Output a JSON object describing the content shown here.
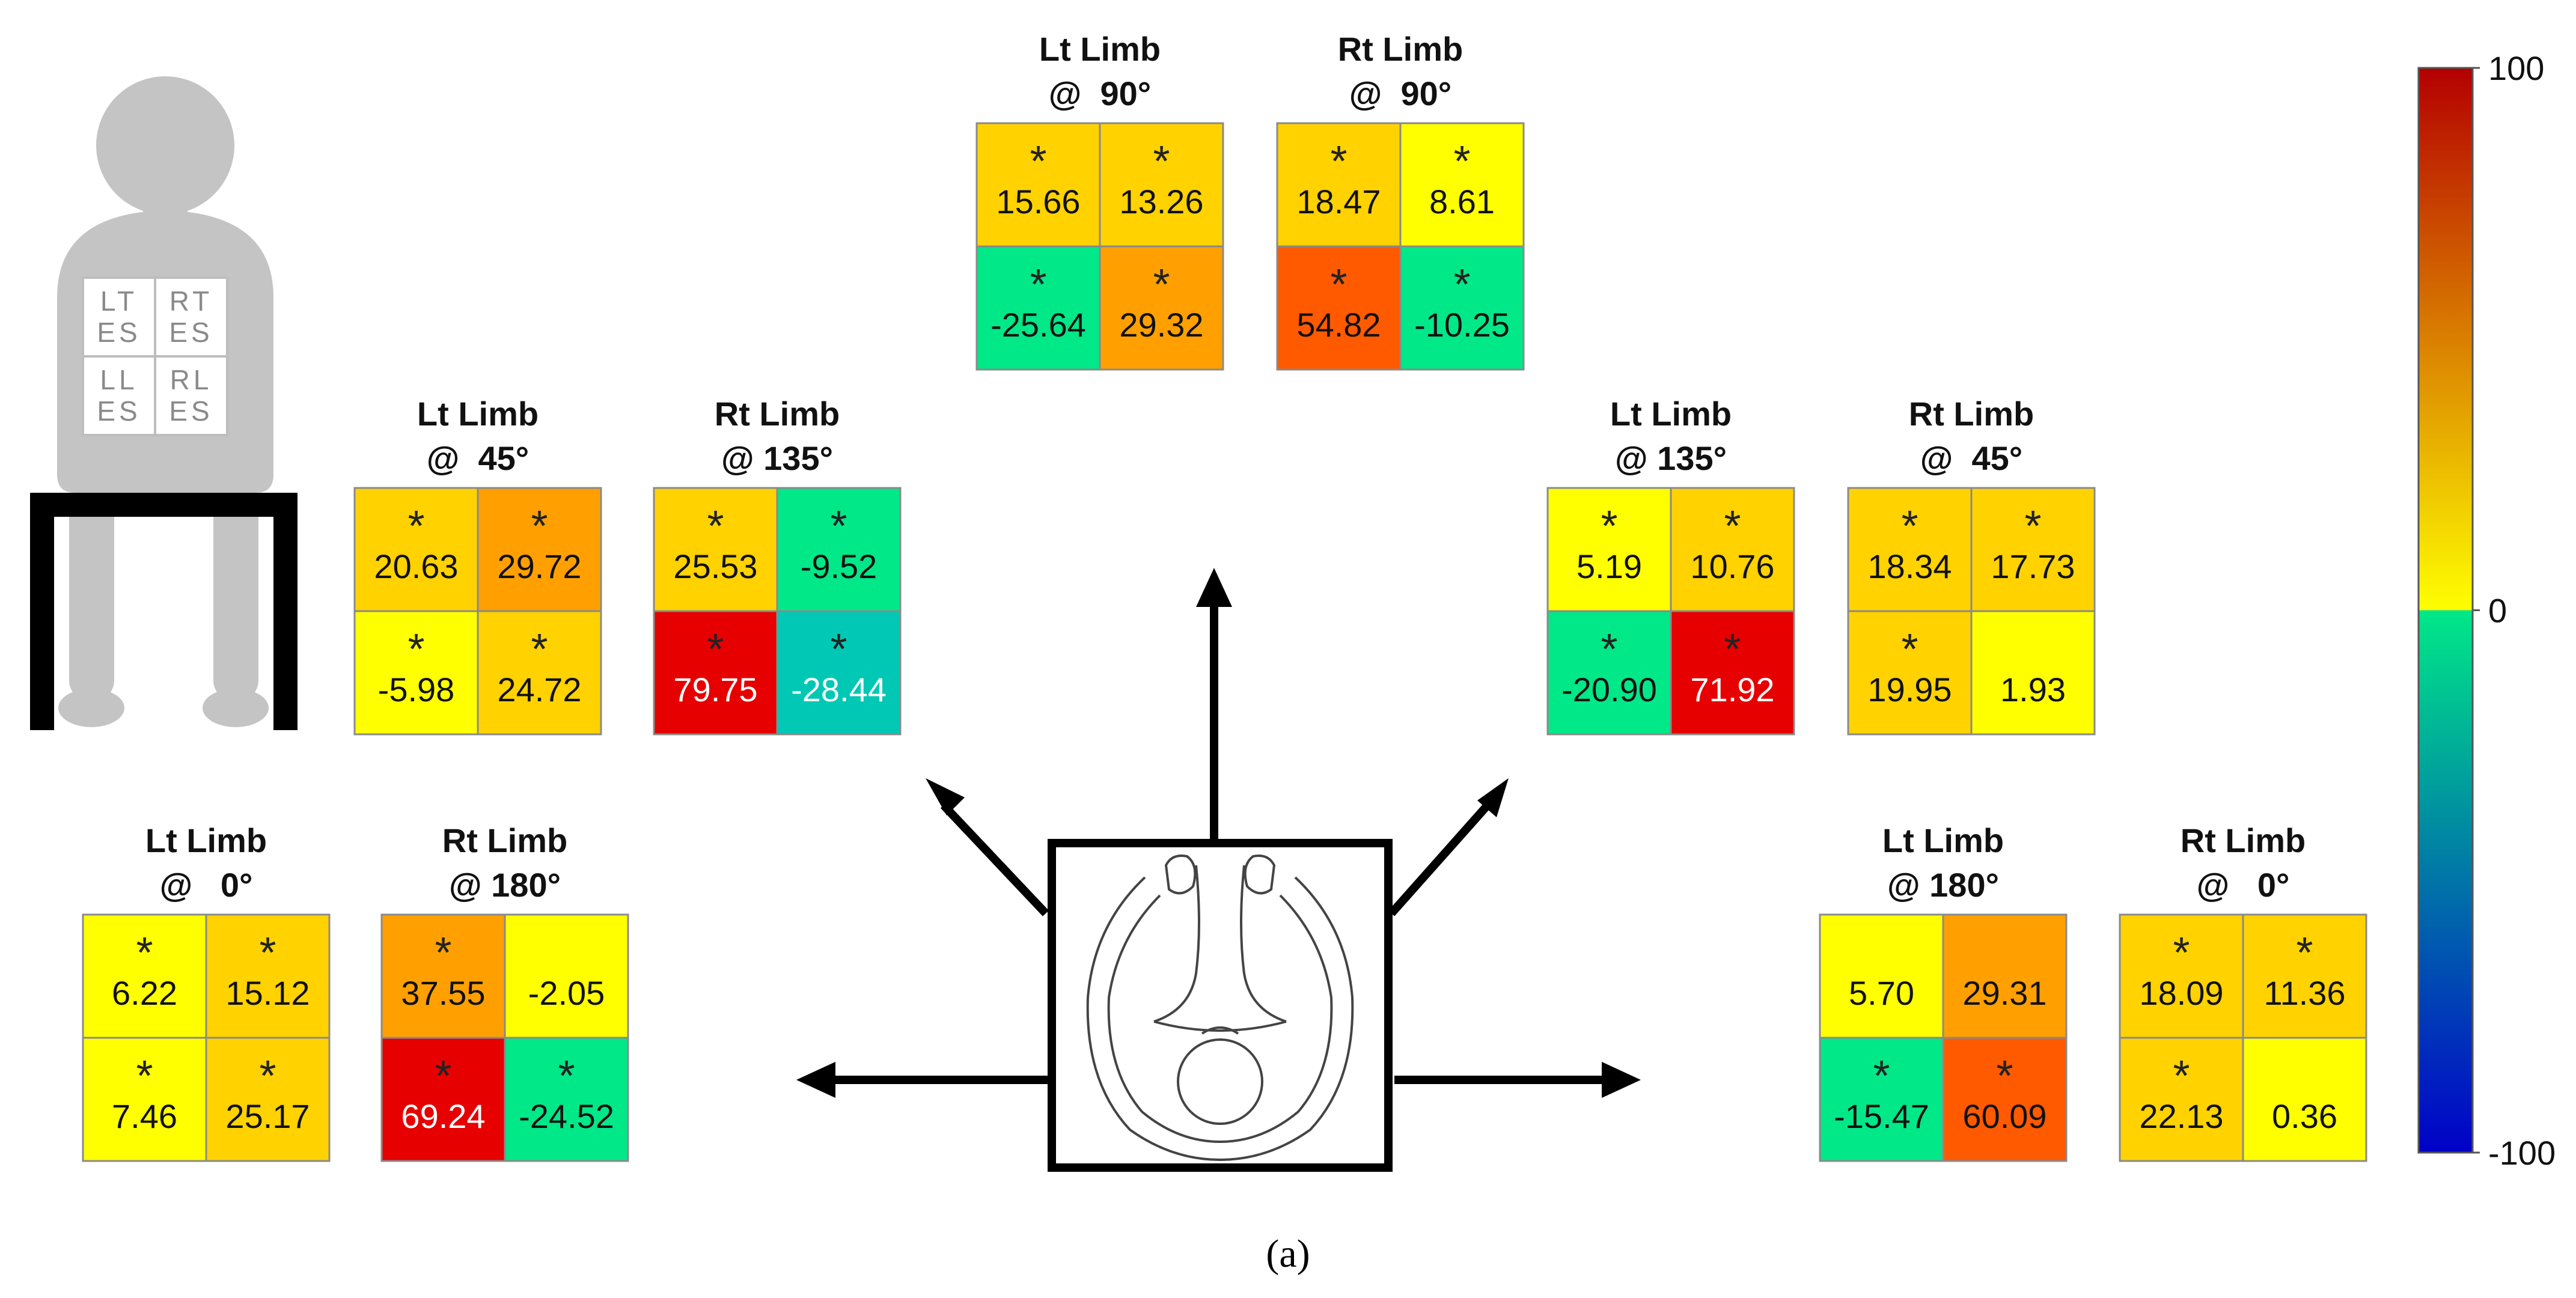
{
  "figure": {
    "panel_label": "(a)"
  },
  "figure_icons": {
    "seated_person": "seated-person-silhouette-icon",
    "chair": "chair-icon",
    "top_view": "top-view-person-arms-icon",
    "arrows": "direction-arrow-icon"
  },
  "back_grid": [
    [
      "LT ES",
      "RT ES"
    ],
    [
      "LL ES",
      "RL ES"
    ]
  ],
  "colorbar": {
    "min": -100,
    "max": 100,
    "ticks": [
      "100",
      "0",
      "-100"
    ],
    "colors": [
      "#0000c8",
      "#0050ff",
      "#00a0ff",
      "#00c8b4",
      "#00e888",
      "#ffff00",
      "#ffd200",
      "#ffa000",
      "#ff5a00",
      "#e60000",
      "#b40000"
    ]
  },
  "chart_data": {
    "type": "heatmap",
    "value_range": [
      -100,
      100
    ],
    "cell_layout": [
      [
        "LT ES",
        "RT ES"
      ],
      [
        "LL ES",
        "RL ES"
      ]
    ],
    "significance_marker": "*",
    "panels": [
      {
        "label_line1": "Lt Limb",
        "label_line2": "@  90°",
        "values": [
          [
            15.66,
            13.26
          ],
          [
            -25.64,
            29.32
          ]
        ],
        "stars": [
          [
            true,
            true
          ],
          [
            true,
            true
          ]
        ]
      },
      {
        "label_line1": "Rt Limb",
        "label_line2": "@  90°",
        "values": [
          [
            18.47,
            8.61
          ],
          [
            54.82,
            -10.25
          ]
        ],
        "stars": [
          [
            true,
            true
          ],
          [
            true,
            true
          ]
        ]
      },
      {
        "label_line1": "Lt Limb",
        "label_line2": "@  45°",
        "values": [
          [
            20.63,
            29.72
          ],
          [
            -5.98,
            24.72
          ]
        ],
        "stars": [
          [
            true,
            true
          ],
          [
            true,
            true
          ]
        ]
      },
      {
        "label_line1": "Rt Limb",
        "label_line2": "@ 135°",
        "values": [
          [
            25.53,
            -9.52
          ],
          [
            79.75,
            -28.44
          ]
        ],
        "stars": [
          [
            true,
            true
          ],
          [
            true,
            true
          ]
        ]
      },
      {
        "label_line1": "Lt Limb",
        "label_line2": "@ 135°",
        "values": [
          [
            5.19,
            10.76
          ],
          [
            -20.9,
            71.92
          ]
        ],
        "stars": [
          [
            true,
            true
          ],
          [
            true,
            true
          ]
        ]
      },
      {
        "label_line1": "Rt Limb",
        "label_line2": "@  45°",
        "values": [
          [
            18.34,
            17.73
          ],
          [
            19.95,
            1.93
          ]
        ],
        "stars": [
          [
            true,
            true
          ],
          [
            true,
            false
          ]
        ]
      },
      {
        "label_line1": "Lt Limb",
        "label_line2": "@   0°",
        "values": [
          [
            6.22,
            15.12
          ],
          [
            7.46,
            25.17
          ]
        ],
        "stars": [
          [
            true,
            true
          ],
          [
            true,
            true
          ]
        ]
      },
      {
        "label_line1": "Rt Limb",
        "label_line2": "@ 180°",
        "values": [
          [
            37.55,
            -2.05
          ],
          [
            69.24,
            -24.52
          ]
        ],
        "stars": [
          [
            true,
            false
          ],
          [
            true,
            true
          ]
        ]
      },
      {
        "label_line1": "Lt Limb",
        "label_line2": "@ 180°",
        "values": [
          [
            5.7,
            29.31
          ],
          [
            -15.47,
            60.09
          ]
        ],
        "stars": [
          [
            false,
            false
          ],
          [
            true,
            true
          ]
        ]
      },
      {
        "label_line1": "Rt Limb",
        "label_line2": "@   0°",
        "values": [
          [
            18.09,
            11.36
          ],
          [
            22.13,
            0.36
          ]
        ],
        "stars": [
          [
            true,
            true
          ],
          [
            true,
            false
          ]
        ]
      }
    ]
  }
}
